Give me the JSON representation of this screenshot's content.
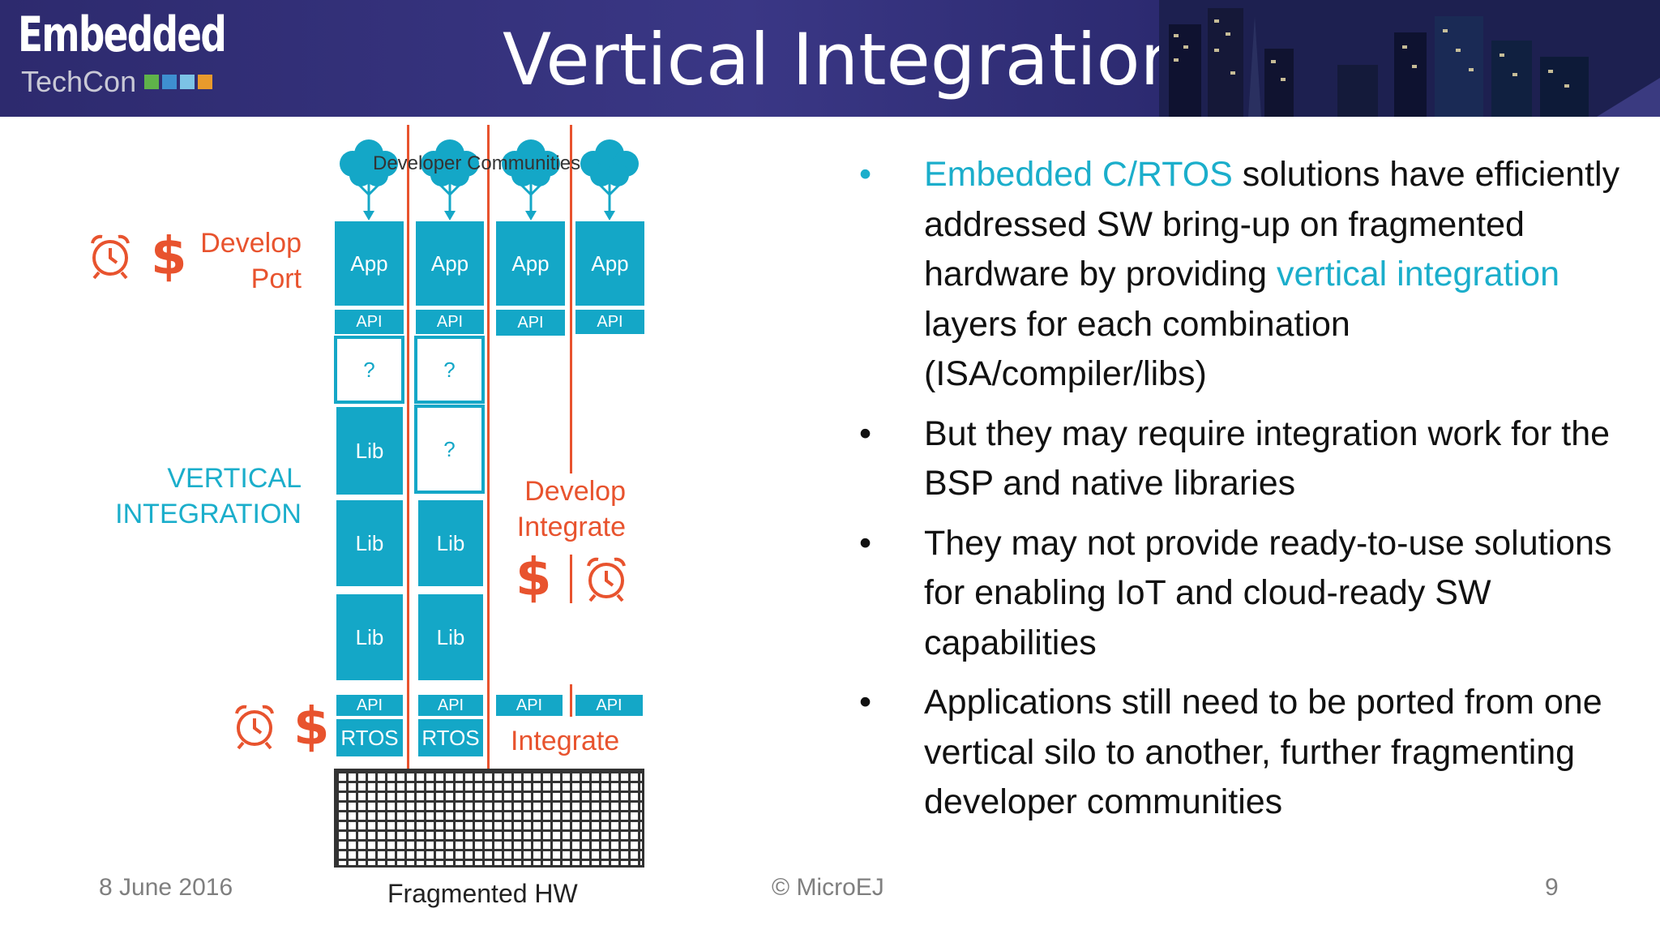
{
  "header": {
    "logo_top": "Embedded",
    "logo_bottom": "TechCon",
    "title": "Vertical Integration"
  },
  "diagram": {
    "communities_label": "Developer Communities",
    "develop_port": [
      "Develop",
      "Port"
    ],
    "vertical_integration": [
      "VERTICAL",
      "INTEGRATION"
    ],
    "develop_integrate": [
      "Develop",
      "Integrate"
    ],
    "integrate": "Integrate",
    "dollar": "$",
    "app": "App",
    "api": "API",
    "lib": "Lib",
    "rtos": "RTOS",
    "question": "?",
    "fragmented_hw": "Fragmented HW"
  },
  "bullets": [
    {
      "segments": [
        {
          "text": "Embedded C/RTOS",
          "highlight": true
        },
        {
          "text": " solutions have efficiently addressed SW bring-up on fragmented hardware by providing ",
          "highlight": false
        },
        {
          "text": "vertical integration",
          "highlight": true
        },
        {
          "text": " layers for each combination (ISA/compiler/libs)",
          "highlight": false
        }
      ]
    },
    {
      "segments": [
        {
          "text": "But they may require integration work for the BSP and native libraries",
          "highlight": false
        }
      ]
    },
    {
      "segments": [
        {
          "text": "They may not provide ready-to-use solutions for enabling IoT and cloud-ready SW capabilities",
          "highlight": false
        }
      ]
    },
    {
      "segments": [
        {
          "text": "Applications still need to be ported from one vertical silo to another, further fragmenting developer communities",
          "highlight": false
        }
      ]
    }
  ],
  "footer": {
    "date": "8 June 2016",
    "copyright": "© MicroEJ",
    "page": "9"
  },
  "colors": {
    "accent_cyan": "#14a7c7",
    "accent_red": "#e8532e",
    "banner": "#2d2a6e"
  }
}
